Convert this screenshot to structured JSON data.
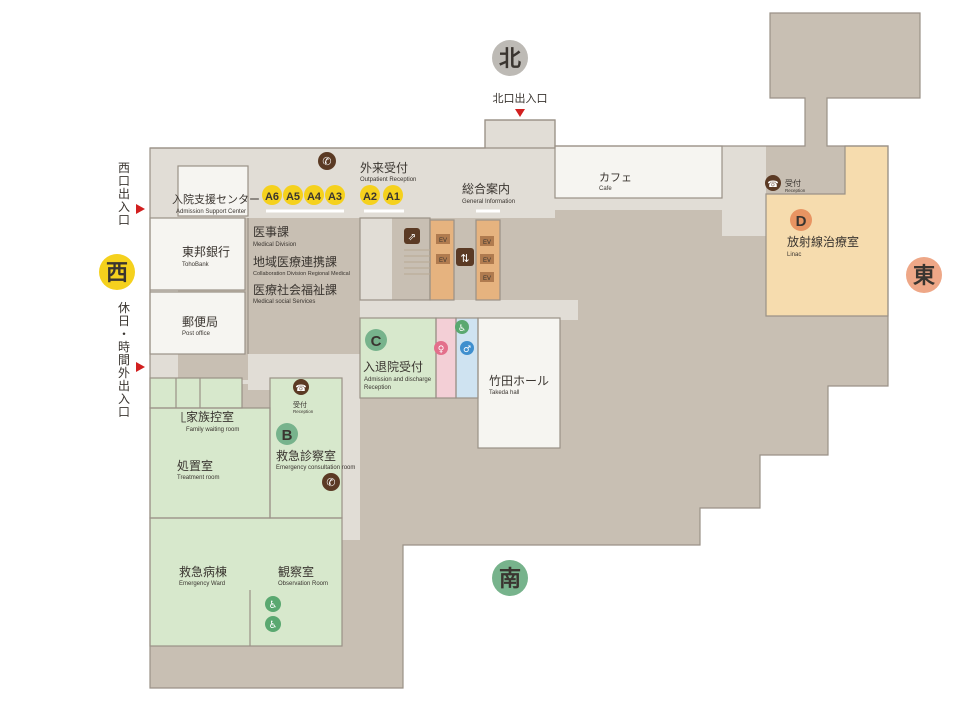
{
  "colors": {
    "building": "#c8bfb3",
    "corridor": "#e1ddd6",
    "room": "#f6f5f1",
    "room_edge": "#9a9187",
    "emergency": "#d7e8cc",
    "radiation": "#f6dcae",
    "elevator": "#e6b37f",
    "toilet_female": "#f3cfd6",
    "toilet_male": "#cfe3f1",
    "counter_badge": "#f5d11d",
    "zone_badge_green": "#77b38c",
    "zone_badge_orange": "#e89462",
    "north_south_badge": "#bdbab5",
    "west_badge": "#f5d11d",
    "east_badge": "#eea787",
    "entrance_arrow": "#d21f1f",
    "icon_brown": "#5b3a24"
  },
  "compass": {
    "north": "北",
    "south": "南",
    "west": "西",
    "east": "東"
  },
  "entrances": {
    "north": "北口出入口",
    "west": "西口出入口",
    "off_hours": "休日・時間外出入口"
  },
  "counters": {
    "outpatient": [
      "A6",
      "A5",
      "A4",
      "A3",
      "A2",
      "A1"
    ]
  },
  "rooms": {
    "admission_support": {
      "jp": "入院支援センター",
      "en": "Admission Support Center"
    },
    "outpatient_reception": {
      "jp": "外来受付",
      "en": "Outpatient Reception"
    },
    "general_information": {
      "jp": "総合案内",
      "en": "General Information"
    },
    "cafe": {
      "jp": "カフェ",
      "en": "Cafe"
    },
    "toho_bank": {
      "jp": "東邦銀行",
      "en": "TohoBank"
    },
    "post_office": {
      "jp": "郵便局",
      "en": "Post office"
    },
    "medical_division": {
      "jp": "医事課",
      "en": "Medical Division"
    },
    "regional_collab": {
      "jp": "地域医療連携課",
      "en": "Collaboration Division Regional Medical"
    },
    "social_services": {
      "jp": "医療社会福祉課",
      "en": "Medical social Services"
    },
    "admission_discharge": {
      "jp": "入退院受付",
      "en1": "Admission and discharge",
      "en2": "Reception"
    },
    "takeda_hall": {
      "jp": "竹田ホール",
      "en": "Takeda hall"
    },
    "family_waiting": {
      "jp": "家族控室",
      "en": "Family waiting room"
    },
    "treatment": {
      "jp": "処置室",
      "en": "Treatment room"
    },
    "emergency_consult": {
      "jp": "救急診察室",
      "en": "Emergency consultation room"
    },
    "emergency_ward": {
      "jp": "救急病棟",
      "en": "Emergency Ward"
    },
    "observation": {
      "jp": "観察室",
      "en": "Observation Room"
    },
    "linac": {
      "jp": "放射線治療室",
      "en": "Linac"
    }
  },
  "reception_labels": {
    "jp": "受付",
    "en": "Reception"
  },
  "zones": {
    "b": "B",
    "c": "C",
    "d": "D"
  },
  "elevator_label": "EV"
}
